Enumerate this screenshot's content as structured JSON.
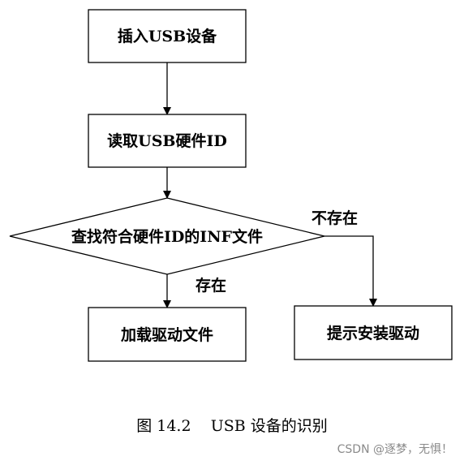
{
  "flowchart": {
    "nodes": {
      "insert_usb": "插入USB设备",
      "read_hw_id": "读取USB硬件ID",
      "find_inf": "查找符合硬件ID的INF文件",
      "load_driver": "加载驱动文件",
      "prompt_install": "提示安装驱动"
    },
    "edges": {
      "exists": "存在",
      "not_exists": "不存在"
    }
  },
  "caption": "图 14.2    USB 设备的识别",
  "watermark": "CSDN @逐梦，无惧！"
}
